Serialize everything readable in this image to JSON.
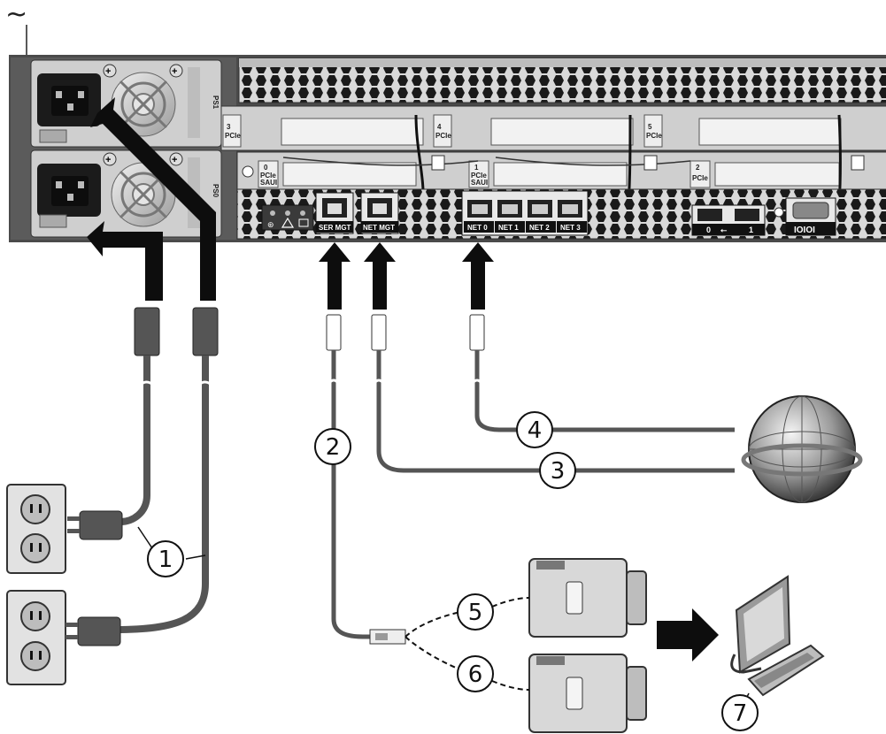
{
  "ac_symbol": "~",
  "psu": {
    "top": "PS1",
    "bottom": "PS0"
  },
  "slots": {
    "s0": {
      "num": "0",
      "type": "PCIe",
      "sub": "SAUI"
    },
    "s1": {
      "num": "1",
      "type": "PCIe",
      "sub": "SAUI"
    },
    "s2": {
      "num": "2",
      "type": "PCIe"
    },
    "s3": {
      "num": "3",
      "type": "PCIe"
    },
    "s4": {
      "num": "4",
      "type": "PCIe"
    },
    "s5": {
      "num": "5",
      "type": "PCIe"
    }
  },
  "ports": {
    "ser_mgt": "SER MGT",
    "net_mgt": "NET MGT",
    "net0": "NET 0",
    "net1": "NET 1",
    "net2": "NET 2",
    "net3": "NET 3",
    "usb0": "0",
    "usb1": "1",
    "serial": "IOIOI"
  },
  "callouts": [
    "1",
    "2",
    "3",
    "4",
    "5",
    "6",
    "7"
  ],
  "icons": [
    "ac-power-icon",
    "power-outlet-icon",
    "globe-icon",
    "workstation-icon",
    "usb-icon",
    "warning-icon",
    "rj45-plug-icon",
    "db9-adapter-icon"
  ]
}
